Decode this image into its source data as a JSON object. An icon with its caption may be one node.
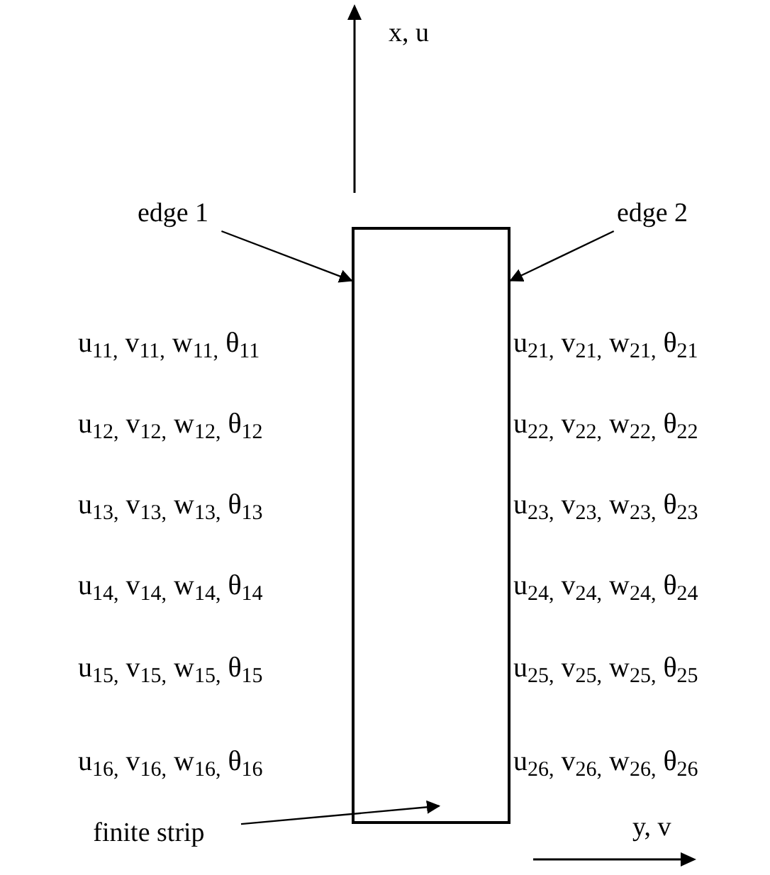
{
  "diagram": {
    "nodes": [
      {
        "text": [
          "edge 1"
        ]
      },
      {
        "text": [
          "edge 2"
        ]
      },
      {
        "text": [],
        "shape": "box"
      },
      {
        "text": [
          "finite strip"
        ]
      }
    ],
    "edges": [
      {
        "from": 0,
        "to": 2,
        "arrow": "to"
      },
      {
        "from": 1,
        "to": 2,
        "arrow": "to"
      },
      {
        "from": 3,
        "to": 2,
        "arrow": "to"
      }
    ],
    "labels": [
      "x, u",
      "u$_{11,}$ v$_{11,}$ w$_{11,}$ θ$_{11}$",
      "u$_{21,}$ v$_{21,}$ w$_{21,}$ θ$_{21}$",
      "u$_{12,}$ v$_{12,}$ w$_{12,}$ θ$_{12}$",
      "u$_{22,}$ v$_{22,}$ w$_{22,}$ θ$_{22}$",
      "u$_{13,}$ v$_{13,}$ w$_{13,}$ θ$_{13}$",
      "u$_{23,}$ v$_{23,}$ w$_{23,}$ θ$_{23}$",
      "u$_{14,}$ v$_{14,}$ w$_{14,}$ θ$_{14}$",
      "u$_{24,}$ v$_{24,}$ w$_{24,}$ θ$_{24}$",
      "u$_{15,}$ v$_{15,}$ w$_{15,}$ θ$_{15}$",
      "u$_{25,}$ v$_{25,}$ w$_{25,}$ θ$_{25}$",
      "u$_{16,}$ v$_{16,}$ w$_{16,}$ θ$_{16}$",
      "u$_{26,}$ v$_{26,}$ w$_{26,}$ θ$_{26}$",
      "y, v"
    ]
  }
}
